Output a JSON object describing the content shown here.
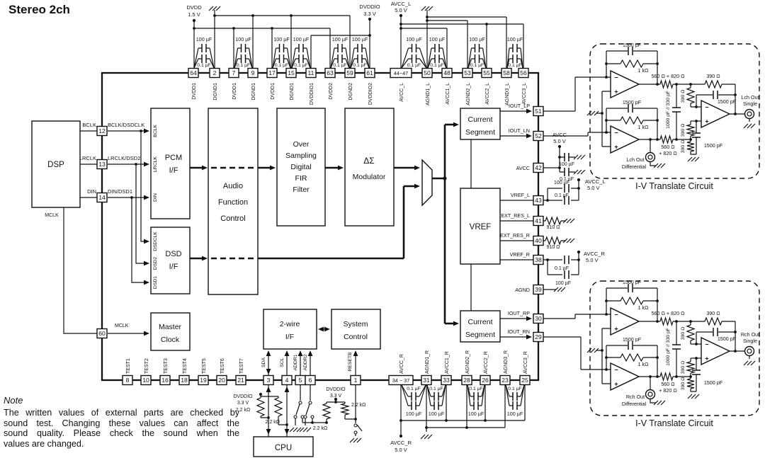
{
  "title": "Stereo 2ch",
  "note": {
    "heading": "Note",
    "lines": [
      "The written values of external parts are checked by",
      "sound test. Changing these values can affect the",
      "sound quality. Please check the sound when the",
      "values are changed."
    ]
  },
  "values": {
    "c100": "100 µF",
    "c01": "0.1 µF",
    "c1500": "1500 pF",
    "c1000_330": "1000 pF // 330 pF",
    "r1k": "1 kΩ",
    "r910": "910 Ω",
    "r2k2": "2.2 kΩ",
    "r560_820": "560 Ω + 820 Ω",
    "r560": "560 Ω",
    "r820": "+ 820 Ω",
    "r390": "390 Ω",
    "minus": "−",
    "plus": "+"
  },
  "supplies": {
    "dvdd": [
      "DVDD",
      "1.5 V"
    ],
    "dvddio": [
      "DVDDIO",
      "3.3 V"
    ],
    "avcc_l": [
      "AVCC_L",
      "5.0 V"
    ],
    "avcc": [
      "AVCC",
      "5.0 V"
    ],
    "avcc_r": [
      "AVCC_R",
      "5.0 V"
    ]
  },
  "blocks": {
    "dsp": "DSP",
    "cpu": "CPU",
    "vref": "VREF",
    "pcm": [
      "PCM",
      "I/F"
    ],
    "dsd": [
      "DSD",
      "I/F"
    ],
    "afc": [
      "Audio",
      "Function",
      "Control"
    ],
    "fir": [
      "Over",
      "Sampling",
      "Digital",
      "FIR",
      "Filter"
    ],
    "dsm": [
      "ΔΣ",
      "Modulator"
    ],
    "current_segment": [
      "Current",
      "Segment"
    ],
    "master_clock": [
      "Master",
      "Clock"
    ],
    "two_wire": [
      "2-wire",
      "I/F"
    ],
    "system_control": [
      "System",
      "Control"
    ]
  },
  "signals": {
    "bclk": "BCLK",
    "bclk_dsdclk": "BCLK/DSDCLK",
    "lrclk": "LRCLK",
    "lrclk_dsd2": "LRCLK/DSD2",
    "din": "DIN",
    "din_dsd1": "DIN/DSD1",
    "mclk": "MCLK",
    "dsdclk": "DSDCLK",
    "dsd2": "DSD2",
    "dsd1": "DSD1",
    "sda": "SDA",
    "scl": "SCL",
    "addr1": "ADDR1",
    "addr2": "ADDR2",
    "resetb": "RESETB"
  },
  "pins": {
    "top": [
      {
        "num": "64",
        "label": "DVDD1"
      },
      {
        "num": "2",
        "label": "DGND1"
      },
      {
        "num": "7",
        "label": "DVDD1"
      },
      {
        "num": "9",
        "label": "DGND1"
      },
      {
        "num": "17",
        "label": "DVDD1"
      },
      {
        "num": "15",
        "label": "DGND1"
      },
      {
        "num": "11",
        "label": "DVDDIO1"
      },
      {
        "num": "63",
        "label": "DVDD2"
      },
      {
        "num": "59",
        "label": "DGND2"
      },
      {
        "num": "61",
        "label": "DVDDIO2"
      },
      {
        "num": "44~47",
        "label": "AVCC_L"
      },
      {
        "num": "50",
        "label": "AGND1_L"
      },
      {
        "num": "48",
        "label": "AVCC1_L"
      },
      {
        "num": "53",
        "label": "AGND2_L"
      },
      {
        "num": "55",
        "label": "AVCC2_L"
      },
      {
        "num": "58",
        "label": "AGND3_L"
      },
      {
        "num": "56",
        "label": "AVCC3_L"
      }
    ],
    "left": [
      {
        "num": "12"
      },
      {
        "num": "13"
      },
      {
        "num": "14"
      },
      {
        "num": "60"
      }
    ],
    "right": [
      {
        "num": "51",
        "label": "IOUT_LP"
      },
      {
        "num": "52",
        "label": "IOUT_LN"
      },
      {
        "num": "42",
        "label": "AVCC"
      },
      {
        "num": "43",
        "label": "VREF_L"
      },
      {
        "num": "41",
        "label": "EXT_RES_L"
      },
      {
        "num": "40",
        "label": "EXT_RES_R"
      },
      {
        "num": "38",
        "label": "VREF_R"
      },
      {
        "num": "39",
        "label": "AGND"
      },
      {
        "num": "30",
        "label": "IOUT_RP"
      },
      {
        "num": "29",
        "label": "IOUT_RN"
      }
    ],
    "bottom_left": [
      {
        "num": "8",
        "label": "TEST1"
      },
      {
        "num": "10",
        "label": "TEST2"
      },
      {
        "num": "16",
        "label": "TEST3"
      },
      {
        "num": "18",
        "label": "TEST4"
      },
      {
        "num": "19",
        "label": "TEST5"
      },
      {
        "num": "20",
        "label": "TEST6"
      },
      {
        "num": "21",
        "label": "TEST7"
      },
      {
        "num": "3",
        "label": "SDA"
      },
      {
        "num": "4",
        "label": "SCL"
      },
      {
        "num": "5",
        "label": "ADDR1"
      },
      {
        "num": "6",
        "label": "ADDR2"
      },
      {
        "num": "1",
        "label": "RESETB"
      }
    ],
    "bottom_right": [
      {
        "num": "34 ~ 37",
        "label": "AVCC_R"
      },
      {
        "num": "31",
        "label": "AGND1_R"
      },
      {
        "num": "33",
        "label": "AVCC1_R"
      },
      {
        "num": "28",
        "label": "AGND2_R"
      },
      {
        "num": "26",
        "label": "AVCC2_R"
      },
      {
        "num": "23",
        "label": "AGND3_R"
      },
      {
        "num": "25",
        "label": "AVCC3_R"
      }
    ]
  },
  "iv": {
    "title": "I-V Translate Circuit",
    "lch": {
      "single": [
        "Lch Out",
        "Single"
      ],
      "diff": [
        "Lch Out",
        "Differential"
      ]
    },
    "rch": {
      "single": [
        "Rch Out",
        "Single"
      ],
      "diff": [
        "Rch Out",
        "Differential"
      ]
    }
  }
}
